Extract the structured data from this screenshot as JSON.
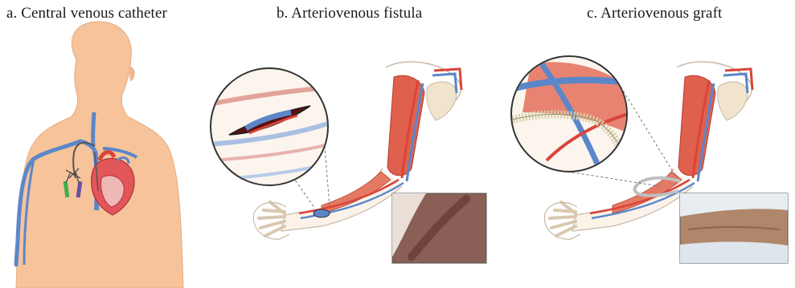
{
  "figure": {
    "panels": [
      {
        "label": "a. Central venous catheter"
      },
      {
        "label": "b. Arteriovenous fistula"
      },
      {
        "label": "c. Arteriovenous graft"
      }
    ]
  },
  "colors": {
    "skin": "#f6c39b",
    "vein": "#5b87c9",
    "artery": "#d9453a",
    "muscle": "#e0604e",
    "bone": "#f1e4cc",
    "outline": "#c9b9a6"
  }
}
